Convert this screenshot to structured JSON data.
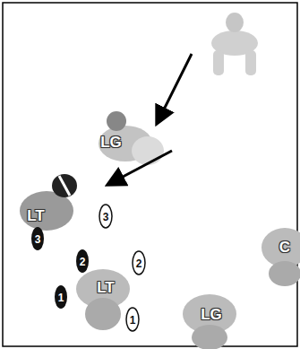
{
  "diagram": {
    "labels": [
      "LG",
      "LT",
      "3",
      "3",
      "C",
      "2",
      "2",
      "LT",
      "1",
      "LG",
      "1"
    ]
  }
}
